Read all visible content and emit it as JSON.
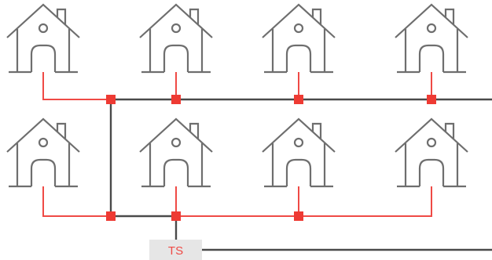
{
  "transformer_station": {
    "label": "TS"
  },
  "colors": {
    "house_stroke": "#6e6e6e",
    "main_line": "#4a4a4a",
    "service_line": "#ef4a45",
    "junction_node": "#ee3a33",
    "station_fill": "#e6e6e6"
  },
  "houses": [
    {
      "row": 1,
      "col": 1,
      "icon": "house-icon"
    },
    {
      "row": 1,
      "col": 2,
      "icon": "house-icon"
    },
    {
      "row": 1,
      "col": 3,
      "icon": "house-icon"
    },
    {
      "row": 1,
      "col": 4,
      "icon": "house-icon"
    },
    {
      "row": 2,
      "col": 1,
      "icon": "house-icon"
    },
    {
      "row": 2,
      "col": 2,
      "icon": "house-icon"
    },
    {
      "row": 2,
      "col": 3,
      "icon": "house-icon"
    },
    {
      "row": 2,
      "col": 4,
      "icon": "house-icon"
    }
  ]
}
